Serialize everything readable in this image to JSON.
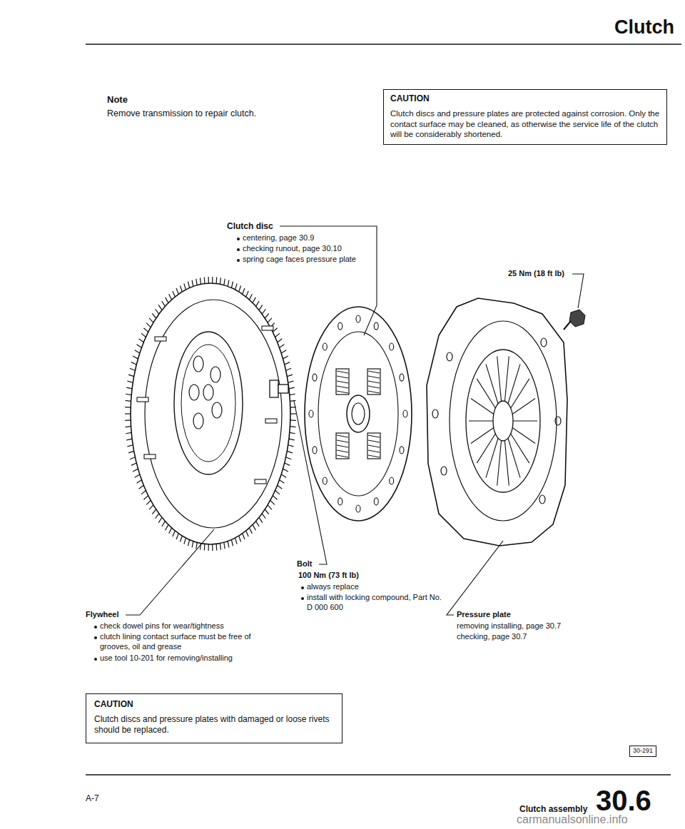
{
  "diagram": {
    "title": "Clutch",
    "nodes": [
      {
        "text": [
          "CAUTION",
          "Clutch discs and pressure plates are protected against corrosion. Only the contact surface may be cleaned, as otherwise the service life of the clutch will be considerably shortened."
        ]
      },
      {
        "text": [
          "CAUTION",
          "Clutch discs and pressure plates with damaged or loose rivets should be replaced."
        ]
      },
      {
        "text": [
          "30-291"
        ]
      }
    ],
    "labels": [
      "Note",
      "Remove transmission to repair clutch.",
      "Clutch disc",
      "centering, page 30.9",
      "checking runout, page 30.10",
      "spring cage faces pressure plate",
      "25 Nm (18 ft lb)",
      "Bolt",
      "100 Nm (73 ft lb)",
      "always replace",
      "install with locking compound, Part No. D 000 600",
      "Flywheel",
      "check dowel pins for wear/tightness",
      "clutch lining contact surface must be free of grooves, oil and grease",
      "use tool 10-201 for removing/installing",
      "Pressure plate",
      "removing installing, page 30.7",
      "checking, page 30.7",
      "A-7",
      "Clutch assembly",
      "30.6",
      "carmanualsonline.info"
    ]
  }
}
